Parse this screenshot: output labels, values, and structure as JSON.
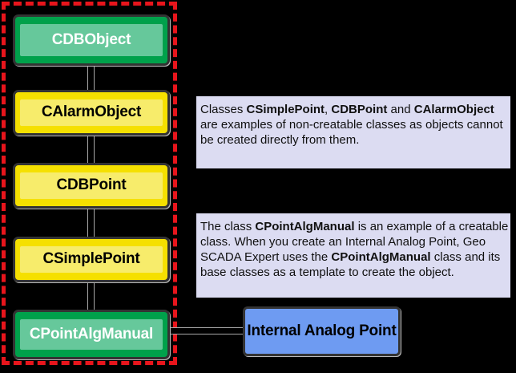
{
  "diagram": {
    "background_color": "#000000",
    "grouping_region": {
      "name": "non-creatable-and-creatable-class-chain",
      "border_style": "dashed",
      "border_color": "#E8151C"
    },
    "nodes": [
      {
        "id": "cdbobject",
        "label": "CDBObject",
        "fill": "#00A14B",
        "text_color": "#FFFFFF"
      },
      {
        "id": "calarmobject",
        "label": "CAlarmObject",
        "fill": "#F5E000",
        "text_color": "#000000"
      },
      {
        "id": "cdbpoint",
        "label": "CDBPoint",
        "fill": "#F5E000",
        "text_color": "#000000"
      },
      {
        "id": "csimplepoint",
        "label": "CSimplePoint",
        "fill": "#F5E000",
        "text_color": "#000000"
      },
      {
        "id": "cpointalgmanual",
        "label": "CPointAlgManual",
        "fill": "#00A14B",
        "text_color": "#FFFFFF"
      },
      {
        "id": "internalanalog",
        "label": "Internal Analog Point",
        "fill": "#6E9BF2",
        "text_color": "#000000"
      }
    ],
    "callouts": [
      {
        "id": "noncreatable",
        "fill": "#DCDCF2",
        "segments": [
          {
            "text": "Classes ",
            "bold": false
          },
          {
            "text": "CSimplePoint",
            "bold": true
          },
          {
            "text": ", ",
            "bold": false
          },
          {
            "text": "CDBPoint",
            "bold": true
          },
          {
            "text": " and ",
            "bold": false
          },
          {
            "text": "CAlarmObject",
            "bold": true
          },
          {
            "text": " are examples of non-creatable classes as objects cannot be created directly from them.",
            "bold": false
          }
        ]
      },
      {
        "id": "creatable",
        "fill": "#DCDCF2",
        "segments": [
          {
            "text": "The class ",
            "bold": false
          },
          {
            "text": "CPointAlgManual",
            "bold": true
          },
          {
            "text": " is an example of a creatable class. When you create an Internal Analog Point, Geo SCADA Expert uses the ",
            "bold": false
          },
          {
            "text": "CPointAlgManual",
            "bold": true
          },
          {
            "text": " class and its base classes as a template to create the object.",
            "bold": false
          }
        ]
      }
    ],
    "connectors": [
      {
        "id": "conn-1",
        "from": "cdbobject",
        "to": "calarmobject",
        "orientation": "vertical"
      },
      {
        "id": "conn-2",
        "from": "calarmobject",
        "to": "cdbpoint",
        "orientation": "vertical"
      },
      {
        "id": "conn-3",
        "from": "cdbpoint",
        "to": "csimplepoint",
        "orientation": "vertical"
      },
      {
        "id": "conn-4",
        "from": "csimplepoint",
        "to": "cpointalgmanual",
        "orientation": "vertical"
      },
      {
        "id": "conn-5",
        "from": "cpointalgmanual",
        "to": "internalanalog",
        "orientation": "horizontal"
      }
    ]
  }
}
